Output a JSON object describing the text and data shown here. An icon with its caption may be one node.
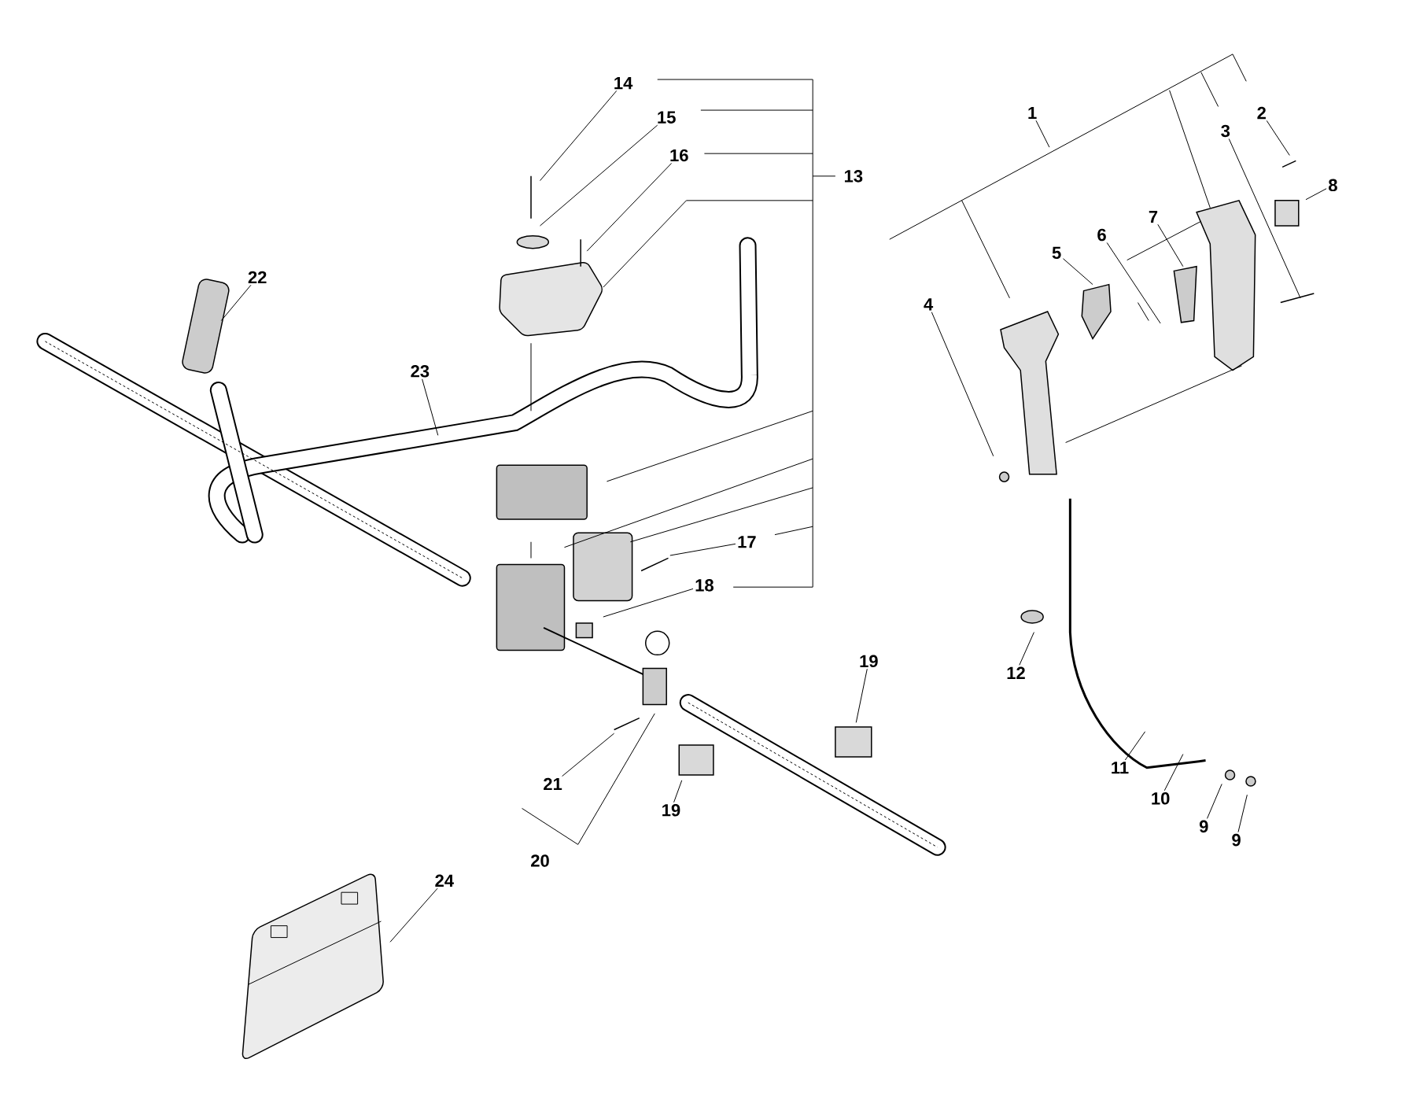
{
  "diagram": {
    "nodes": [
      {
        "text": [
          "14"
        ]
      },
      {
        "text": [
          "1"
        ]
      },
      {
        "text": [
          "2"
        ]
      },
      {
        "text": [
          "15"
        ]
      },
      {
        "text": [
          "3"
        ]
      },
      {
        "text": [
          "16"
        ]
      },
      {
        "text": [
          "13"
        ]
      },
      {
        "text": [
          "8"
        ]
      },
      {
        "text": [
          "7"
        ]
      },
      {
        "text": [
          "6"
        ]
      },
      {
        "text": [
          "5"
        ]
      },
      {
        "text": [
          "22"
        ]
      },
      {
        "text": [
          "4"
        ]
      },
      {
        "text": [
          "23"
        ]
      },
      {
        "text": [
          "17"
        ]
      },
      {
        "text": [
          "18"
        ]
      },
      {
        "text": [
          "19"
        ]
      },
      {
        "text": [
          "12"
        ]
      },
      {
        "text": [
          "11"
        ]
      },
      {
        "text": [
          "21"
        ]
      },
      {
        "text": [
          "10"
        ]
      },
      {
        "text": [
          "19"
        ]
      },
      {
        "text": [
          "9"
        ]
      },
      {
        "text": [
          "9"
        ]
      },
      {
        "text": [
          "20"
        ]
      },
      {
        "text": [
          "24"
        ]
      }
    ],
    "edges": [
      {
        "from": 0,
        "to": null,
        "arrow": "none"
      },
      {
        "from": 1,
        "to": null,
        "arrow": "none"
      },
      {
        "from": 2,
        "to": null,
        "arrow": "none"
      },
      {
        "from": 3,
        "to": null,
        "arrow": "none"
      },
      {
        "from": 4,
        "to": null,
        "arrow": "none"
      },
      {
        "from": 5,
        "to": null,
        "arrow": "none"
      },
      {
        "from": 7,
        "to": null,
        "arrow": "none"
      },
      {
        "from": 8,
        "to": null,
        "arrow": "none"
      },
      {
        "from": 9,
        "to": null,
        "arrow": "none"
      },
      {
        "from": 10,
        "to": null,
        "arrow": "none"
      },
      {
        "from": 11,
        "to": null,
        "arrow": "none"
      },
      {
        "from": 12,
        "to": null,
        "arrow": "none"
      },
      {
        "from": 13,
        "to": null,
        "arrow": "none"
      },
      {
        "from": 14,
        "to": null,
        "arrow": "none"
      },
      {
        "from": 15,
        "to": null,
        "arrow": "none"
      },
      {
        "from": 16,
        "to": null,
        "arrow": "none"
      },
      {
        "from": 17,
        "to": null,
        "arrow": "none"
      },
      {
        "from": 18,
        "to": null,
        "arrow": "none"
      },
      {
        "from": 19,
        "to": null,
        "arrow": "none"
      },
      {
        "from": 20,
        "to": null,
        "arrow": "none"
      },
      {
        "from": 21,
        "to": null,
        "arrow": "none"
      },
      {
        "from": 22,
        "to": null,
        "arrow": "none"
      },
      {
        "from": 23,
        "to": null,
        "arrow": "none"
      },
      {
        "from": 25,
        "to": null,
        "arrow": "none"
      }
    ]
  }
}
